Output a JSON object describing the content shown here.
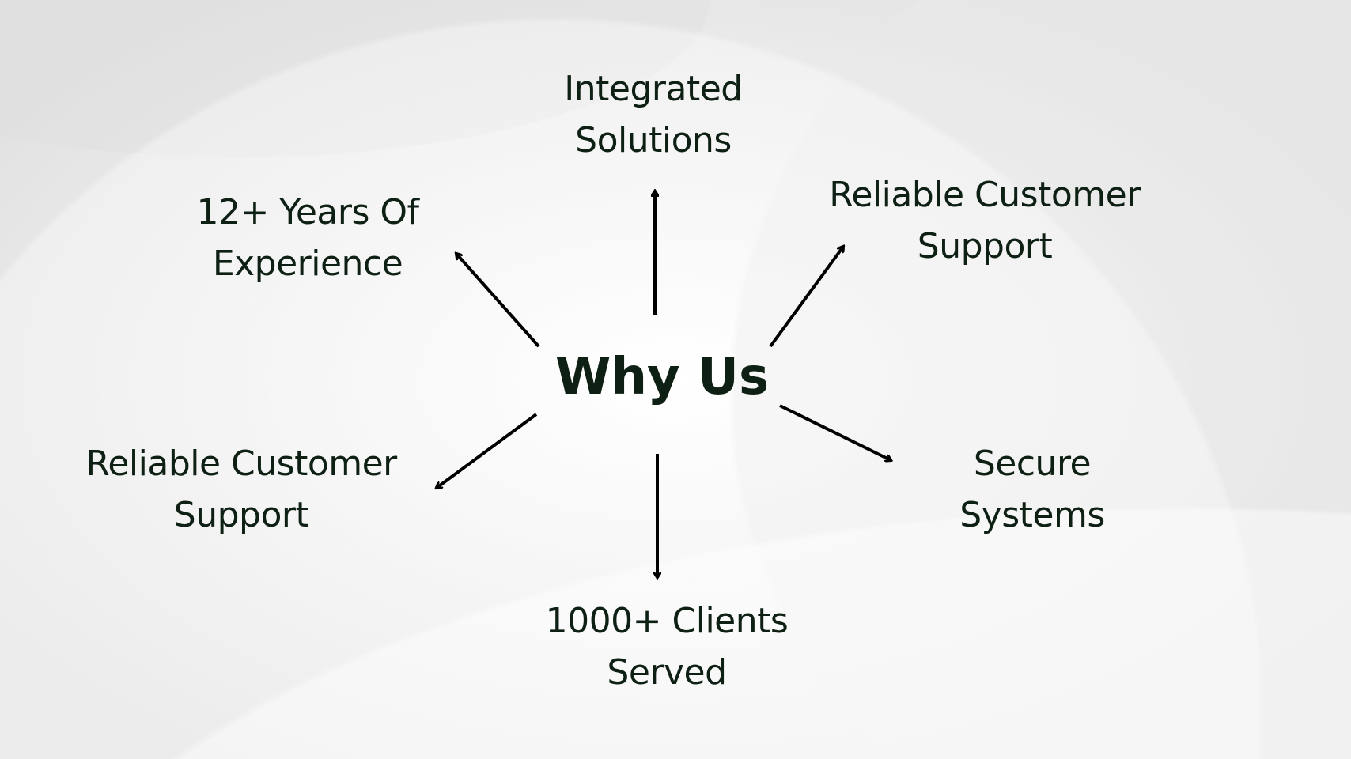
{
  "colors": {
    "text": "#0e2014",
    "arrow": "#000000",
    "background": "#f4f4f4"
  },
  "center_title": "Why Us",
  "nodes": [
    {
      "id": "integrated",
      "line1": "Integrated",
      "line2": "Solutions"
    },
    {
      "id": "experience",
      "line1": "12+ Years Of",
      "line2": "Experience"
    },
    {
      "id": "support_right",
      "line1": "Reliable Customer",
      "line2": "Support"
    },
    {
      "id": "support_left",
      "line1": "Reliable Customer",
      "line2": "Support"
    },
    {
      "id": "secure",
      "line1": "Secure",
      "line2": "Systems"
    },
    {
      "id": "clients",
      "line1": "1000+ Clients",
      "line2": "Served"
    }
  ]
}
